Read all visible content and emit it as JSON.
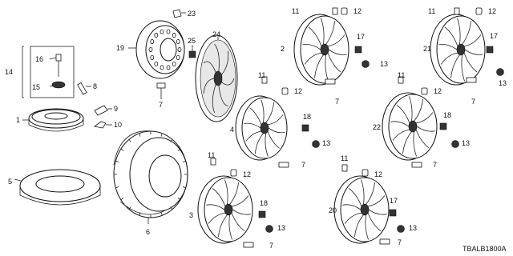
{
  "diagram_code": "TBALB1800A",
  "callouts": [
    "1",
    "2",
    "3",
    "4",
    "5",
    "6",
    "7",
    "8",
    "9",
    "10",
    "11",
    "12",
    "13",
    "14",
    "15",
    "16",
    "17",
    "18",
    "19",
    "20",
    "21",
    "22",
    "23",
    "24",
    "25"
  ]
}
